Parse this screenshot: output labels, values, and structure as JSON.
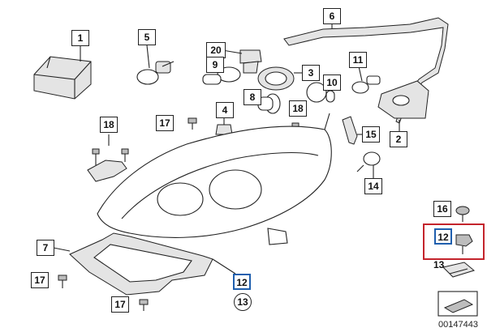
{
  "labels": {
    "p1": "1",
    "p2": "2",
    "p3": "3",
    "p4": "4",
    "p5": "5",
    "p6": "6",
    "p7": "7",
    "p8": "8",
    "p9": "9",
    "p10": "10",
    "p11": "11",
    "p12_right": "12",
    "p12_bottom": "12",
    "p13_right": "13",
    "p13_bottom": "13",
    "p14": "14",
    "p15": "15",
    "p16": "16",
    "p17_top": "17",
    "p17_left": "17",
    "p17_bottom": "17",
    "p18_left": "18",
    "p18_center": "18",
    "p20": "20"
  },
  "catalog_number": "00147443",
  "colors": {
    "highlight": "#c4242c",
    "part_ref_box": "#1f5fae",
    "line": "#222222"
  }
}
